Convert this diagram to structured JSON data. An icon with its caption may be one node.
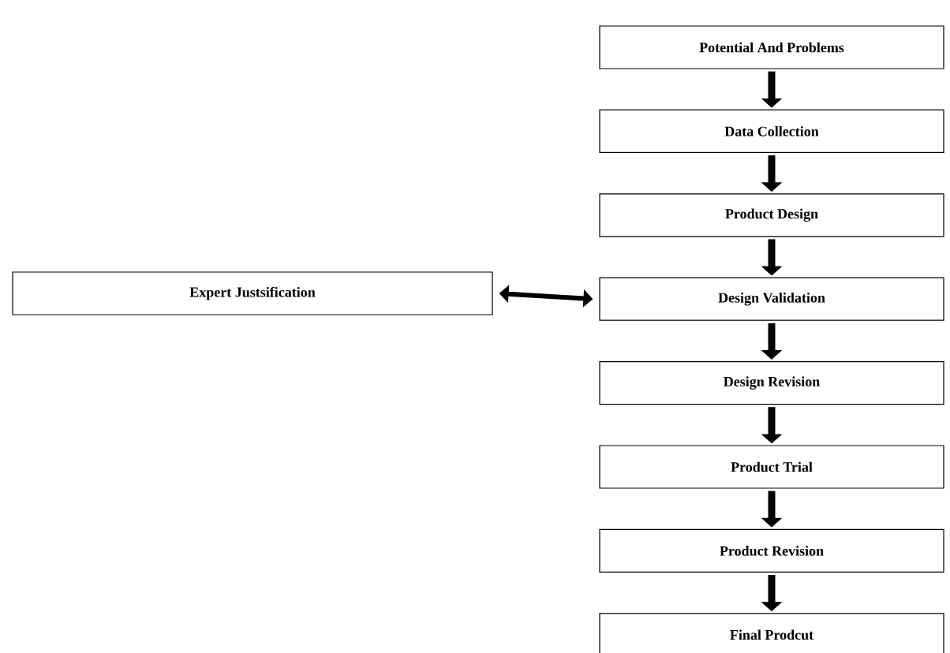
{
  "diagram": {
    "nodes": [
      {
        "text": [
          "Potential And Problems"
        ]
      },
      {
        "text": [
          "Data Collection"
        ]
      },
      {
        "text": [
          "Product Design"
        ]
      },
      {
        "text": [
          "Design Validation"
        ]
      },
      {
        "text": [
          "Design Revision"
        ]
      },
      {
        "text": [
          "Product Trial"
        ]
      },
      {
        "text": [
          "Product Revision"
        ]
      },
      {
        "text": [
          "Final Prodcut"
        ]
      },
      {
        "text": [
          "Expert Justsification"
        ]
      }
    ],
    "edges": [
      {
        "from": 0,
        "to": 1,
        "arrow": "to"
      },
      {
        "from": 1,
        "to": 2,
        "arrow": "to"
      },
      {
        "from": 2,
        "to": 3,
        "arrow": "to"
      },
      {
        "from": 3,
        "to": 4,
        "arrow": "to"
      },
      {
        "from": 4,
        "to": 5,
        "arrow": "to"
      },
      {
        "from": 5,
        "to": 6,
        "arrow": "to"
      },
      {
        "from": 6,
        "to": 7,
        "arrow": "to"
      },
      {
        "from": 8,
        "to": 3,
        "arrow": "both"
      }
    ]
  }
}
